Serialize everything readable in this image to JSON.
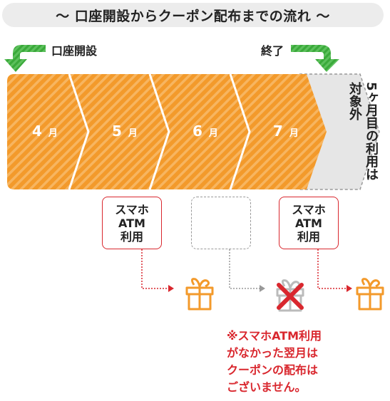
{
  "title": "〜 口座開設からクーポン配布までの流れ 〜",
  "start_label": "口座開設",
  "end_label": "終了",
  "months": [
    {
      "num": "4",
      "unit": "月"
    },
    {
      "num": "5",
      "unit": "月"
    },
    {
      "num": "6",
      "unit": "月"
    },
    {
      "num": "7",
      "unit": "月"
    }
  ],
  "outside_label": "5ヶ月目の利用は対象外",
  "boxes": [
    {
      "lines": [
        "スマホ",
        "ATM",
        "利用"
      ]
    },
    {
      "lines": []
    },
    {
      "lines": [
        "スマホ",
        "ATM",
        "利用"
      ]
    }
  ],
  "note_lines": [
    "※スマホATM利用",
    "がなかった翌月は",
    "クーポンの配布は",
    "ございません。"
  ],
  "colors": {
    "orange": "#f39a2b",
    "orange_stripe": "#f7b560",
    "green": "#3aa93a",
    "red": "#d9272e"
  },
  "icons": {
    "gift": "gift-icon",
    "cross": "cross-icon"
  }
}
